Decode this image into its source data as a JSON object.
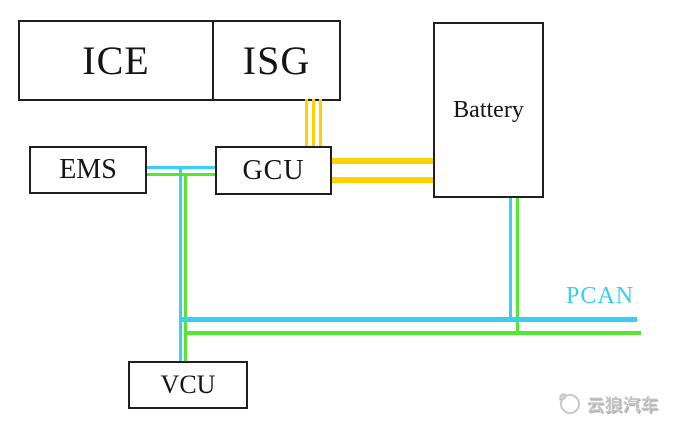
{
  "colors": {
    "power_yellow": "#FFD100",
    "pcan_cyan": "#38CFF2",
    "green_bus": "#55E632",
    "box_border": "#1F1F1F",
    "watermark_gray": "#C4C4C4"
  },
  "blocks": {
    "ice": {
      "label": "ICE"
    },
    "isg": {
      "label": "ISG"
    },
    "battery": {
      "label": "Battery"
    },
    "ems": {
      "label": "EMS"
    },
    "gcu": {
      "label": "GCU"
    },
    "vcu": {
      "label": "VCU"
    }
  },
  "labels": {
    "pcan": "PCAN"
  },
  "watermark": {
    "text": "云狼汽车"
  },
  "connections": [
    {
      "from": "ISG",
      "to": "GCU",
      "style": "three yellow vertical lines",
      "color": "power_yellow"
    },
    {
      "from": "GCU",
      "to": "Battery",
      "style": "two thick yellow horizontal lines",
      "color": "power_yellow"
    },
    {
      "from": "EMS",
      "to": "GCU",
      "style": "cyan + green bus pair",
      "colors": [
        "pcan_cyan",
        "green_bus"
      ]
    },
    {
      "from": "EMS/GCU link",
      "to": "VCU",
      "style": "cyan + green vertical drop",
      "colors": [
        "pcan_cyan",
        "green_bus"
      ]
    },
    {
      "from": "Battery",
      "to": "PCAN bus",
      "style": "cyan vertical drop",
      "color": "pcan_cyan"
    },
    {
      "from": "Battery",
      "to": "green bus",
      "style": "green vertical drop",
      "color": "green_bus"
    },
    {
      "bus": "PCAN",
      "style": "horizontal cyan bus",
      "color": "pcan_cyan"
    },
    {
      "bus": "unlabeled green bus",
      "style": "horizontal green bus",
      "color": "green_bus"
    }
  ]
}
